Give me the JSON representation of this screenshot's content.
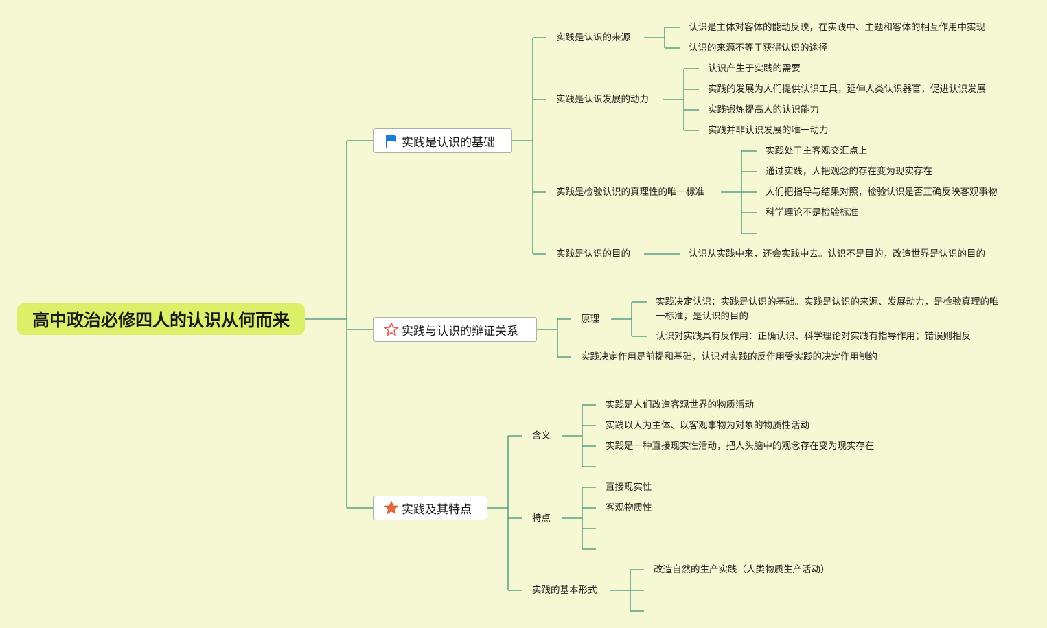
{
  "root": {
    "title": "高中政治必修四人的认识从何而来"
  },
  "branches": [
    {
      "label": "实践是认识的基础",
      "icon": "blue-flag-icon",
      "children": [
        {
          "label": "实践是认识的来源",
          "children": [
            "认识是主体对客体的能动反映，在实践中、主题和客体的相互作用中实现",
            "认识的来源不等于获得认识的途径"
          ]
        },
        {
          "label": "实践是认识发展的动力",
          "children": [
            "认识产生于实践的需要",
            "实践的发展为人们提供认识工具，延伸人类认识器官，促进认识发展",
            "实践锻炼提高人的认识能力",
            "实践并非认识发展的唯一动力"
          ]
        },
        {
          "label": "实践是检验认识的真理性的唯一标准",
          "children": [
            "实践处于主客观交汇点上",
            "通过实践，人把观念的存在变为现实存在",
            "人们把指导与结果对照，检验认识是否正确反映客观事物",
            "科学理论不是检验标准",
            ""
          ]
        },
        {
          "label": "实践是认识的目的",
          "children": [
            "认识从实践中来，还会实践中去。认识不是目的，改造世界是认识的目的"
          ]
        }
      ]
    },
    {
      "label": "实践与认识的辩证关系",
      "icon": "red-outline-star-icon",
      "children": [
        {
          "label": "原理",
          "children": [
            "实践决定认识：实践是认识的基础。实践是认识的来源、发展动力，是检验真理的唯一标准，是认识的目的",
            "认识对实践具有反作用：正确认识、科学理论对实践有指导作用；错误则相反"
          ]
        },
        {
          "label": "实践决定作用是前提和基础，认识对实践的反作用受实践的决定作用制约",
          "children": []
        }
      ]
    },
    {
      "label": "实践及其特点",
      "icon": "orange-star-icon",
      "children": [
        {
          "label": "含义",
          "children": [
            "实践是人们改造客观世界的物质活动",
            "实践以人为主体、以客观事物为对象的物质性活动",
            "实践是一种直接现实性活动，把人头脑中的观念存在变为现实存在",
            ""
          ]
        },
        {
          "label": "特点",
          "children": [
            "直接现实性",
            "客观物质性",
            "",
            ""
          ]
        },
        {
          "label": "实践的基本形式",
          "children": [
            "改造自然的生产实践（人类物质生产活动）",
            "",
            ""
          ]
        }
      ]
    }
  ],
  "colors": {
    "background": "#f5f8d3",
    "root_fill": "#dbef68",
    "connector": "#3f8f7a",
    "flag": "#1f7ad6",
    "star_outline": "#e4574a",
    "star_fill": "#e8673c"
  }
}
